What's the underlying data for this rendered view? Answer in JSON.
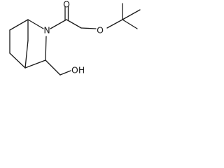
{
  "molecule": {
    "atoms": {
      "nitrogen": "N",
      "carbonyl_oxygen": "O",
      "ester_oxygen": "O",
      "hydroxyl": "OH"
    }
  }
}
